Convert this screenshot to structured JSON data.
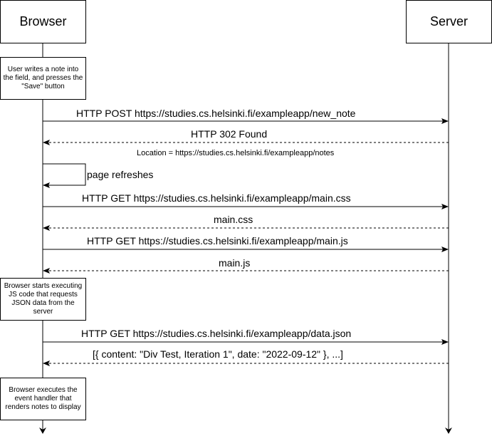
{
  "participants": {
    "browser": "Browser",
    "server": "Server"
  },
  "notes": {
    "user_writes": "User writes a note into the field, and presses the \"Save\" button",
    "browser_starts": "Browser starts executing JS code that requests JSON data from the server",
    "browser_executes": "Browser executes the event handler that renders notes to display"
  },
  "messages": {
    "post_new_note": "HTTP POST https://studies.cs.helsinki.fi/exampleapp/new_note",
    "found_302": "HTTP 302 Found",
    "location": "Location = https://studies.cs.helsinki.fi/exampleapp/notes",
    "page_refreshes": "page refreshes",
    "get_main_css": "HTTP GET https://studies.cs.helsinki.fi/exampleapp/main.css",
    "main_css": "main.css",
    "get_main_js": "HTTP GET https://studies.cs.helsinki.fi/exampleapp/main.js",
    "main_js": "main.js",
    "get_data_json": "HTTP GET https://studies.cs.helsinki.fi/exampleapp/data.json",
    "data_json_response": "[{ content: \"Div Test, Iteration 1\", date: \"2022-09-12\" }, ...]"
  }
}
